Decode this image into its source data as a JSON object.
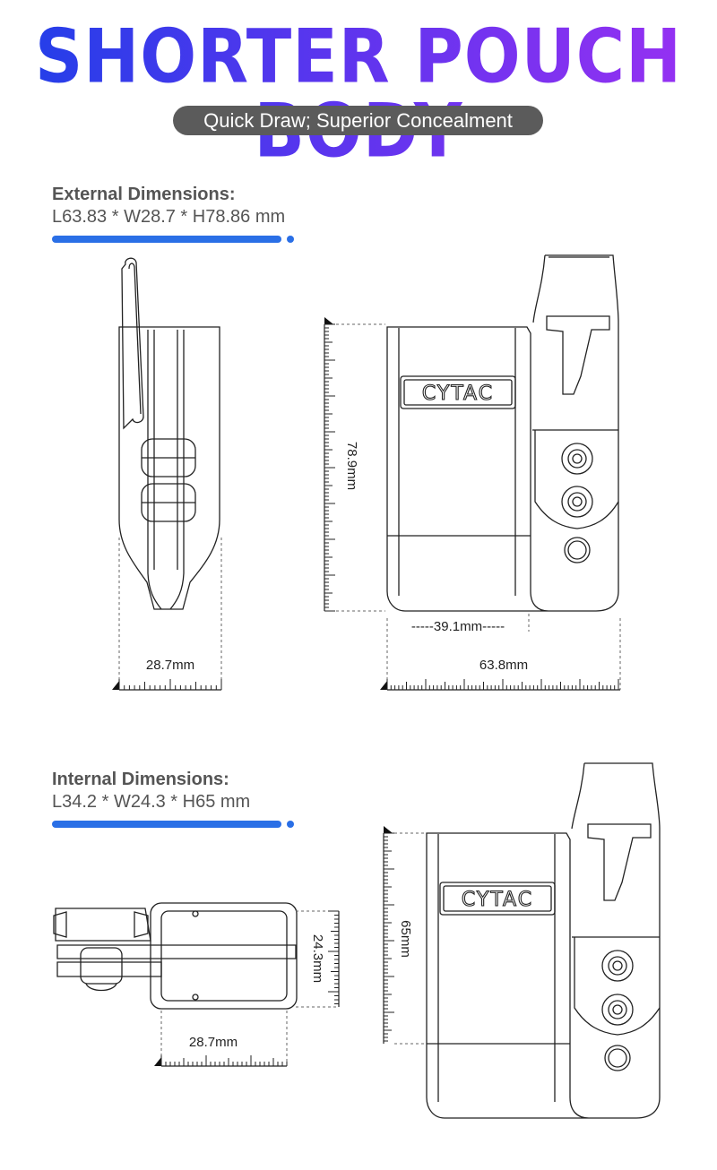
{
  "header": {
    "title": "SHORTER POUCH BODY",
    "subtitle": "Quick Draw; Superior Concealment"
  },
  "external": {
    "heading": "External Dimensions:",
    "value": "L63.83 * W28.7 * H78.86 mm",
    "side_width_label": "28.7mm",
    "height_label": "78.9mm",
    "inner_width_label": "-----39.1mm-----",
    "total_width_label": "63.8mm"
  },
  "internal": {
    "heading": "Internal Dimensions:",
    "value": "L34.2 * W24.3 * H65 mm",
    "top_width_label": "28.7mm",
    "depth_label": "24.3mm",
    "height_label": "65mm"
  },
  "brand": {
    "logo_text": "CYTAC"
  },
  "colors": {
    "title_gradient_start": "#1f3fe8",
    "title_gradient_end": "#9a30f2",
    "accent_blue": "#2a6fe6",
    "pill_gray": "#5b5b5b"
  }
}
